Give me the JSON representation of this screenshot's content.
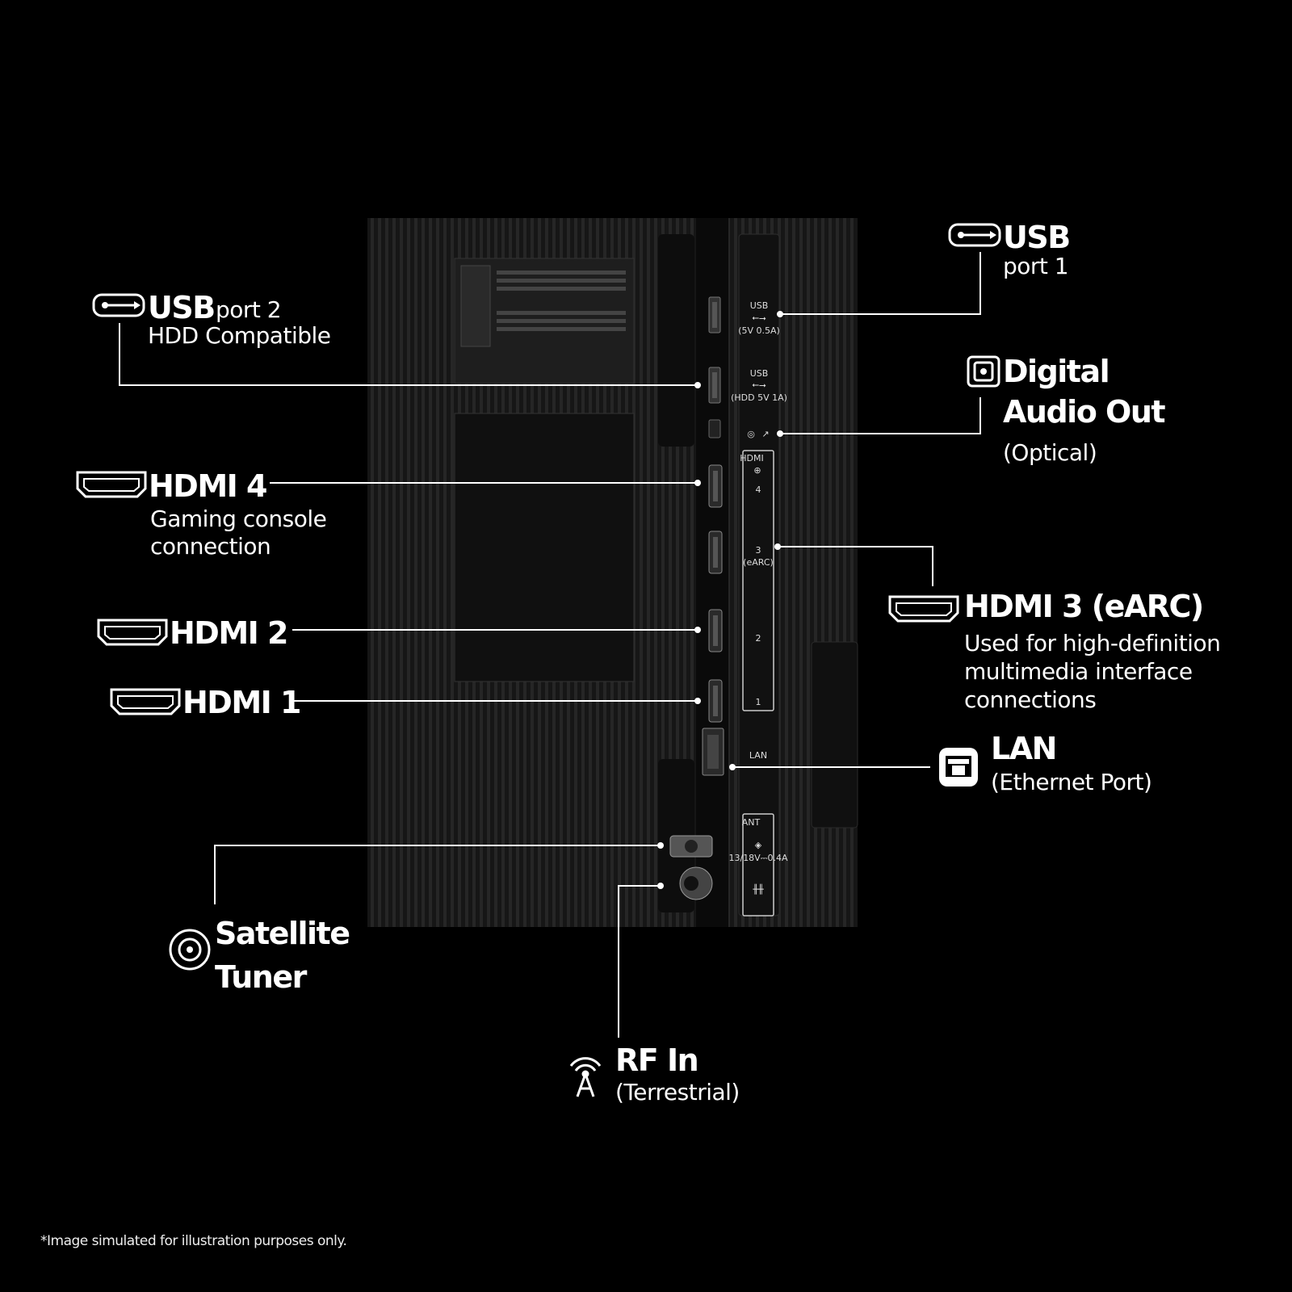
{
  "labels": {
    "usb1": {
      "title": "USB",
      "subtitle": "port 1"
    },
    "usb2": {
      "title": "USB",
      "title_suffix": "port 2",
      "subtitle": "HDD Compatible"
    },
    "optical": {
      "title_line1": "Digital",
      "title_line2": "Audio Out",
      "subtitle": "(Optical)"
    },
    "hdmi4": {
      "title": "HDMI 4",
      "subtitle_line1": "Gaming console",
      "subtitle_line2": "connection"
    },
    "hdmi3": {
      "title": "HDMI 3 (eARC)",
      "subtitle_line1": "Used for high-definition",
      "subtitle_line2": "multimedia interface",
      "subtitle_line3": "connections"
    },
    "hdmi2": {
      "title": "HDMI 2"
    },
    "hdmi1": {
      "title": "HDMI 1"
    },
    "lan": {
      "title": "LAN",
      "subtitle": "(Ethernet Port)"
    },
    "satellite": {
      "title_line1": "Satellite",
      "title_line2": "Tuner"
    },
    "rf": {
      "title": "RF In",
      "subtitle": "(Terrestrial)"
    }
  },
  "panel": {
    "usb_top": "USB",
    "usb_top_rating": "(5V 0.5A)",
    "usb_bottom": "USB",
    "usb_bottom_rating": "(HDD 5V 1A)",
    "hdmi_header": "HDMI",
    "port4": "4",
    "port3": "3",
    "port3_sub": "(eARC)",
    "port2": "2",
    "port1": "1",
    "lan": "LAN",
    "ant_header": "ANT",
    "ant_rating": "13/18V⎓0.4A"
  },
  "footnote": "*Image simulated for illustration purposes only.",
  "icons": [
    "usb-icon",
    "optical-icon",
    "hdmi-icon",
    "lan-icon",
    "satellite-icon",
    "antenna-icon"
  ],
  "colors": {
    "background": "#000000",
    "text": "#ffffff",
    "panel": "#1a1a1a"
  }
}
